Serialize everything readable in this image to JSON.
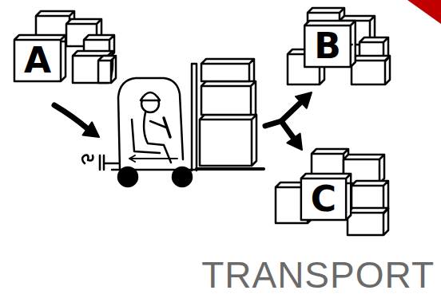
{
  "diagram": {
    "title": "TRANSPORT",
    "nodes": [
      {
        "text": [
          "A"
        ]
      },
      {
        "text": [
          "B"
        ]
      },
      {
        "text": [
          "C"
        ]
      }
    ]
  }
}
